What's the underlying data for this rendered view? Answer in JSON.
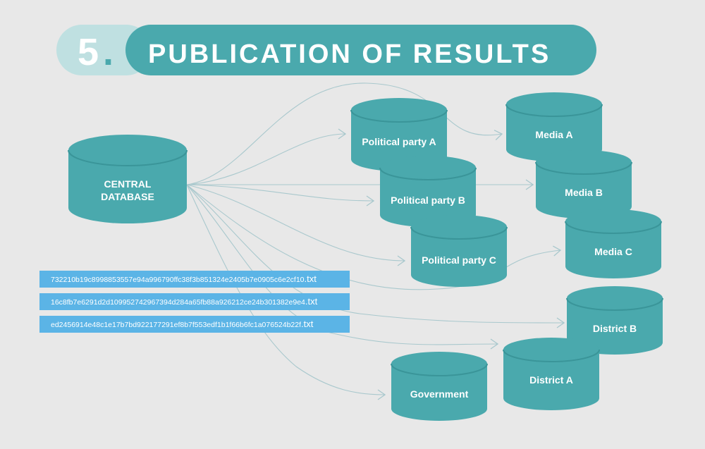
{
  "header": {
    "number": "5",
    "dot": ".",
    "title": "PUBLICATION OF RESULTS"
  },
  "colors": {
    "teal": "#4aa9ad",
    "teal_dark": "#3a9599",
    "teal_light": "#bfe0e1",
    "arrow": "#a9c8cd",
    "hash_bar": "#5bb4e6",
    "background": "#e8e8e8"
  },
  "source": {
    "label_line1": "CENTRAL",
    "label_line2": "DATABASE"
  },
  "destinations": {
    "party_a": "Political party A",
    "party_b": "Political party B",
    "party_c": "Political party C",
    "media_a": "Media A",
    "media_b": "Media B",
    "media_c": "Media C",
    "district_b": "District B",
    "district_a": "District A",
    "government": "Government"
  },
  "hash_files": [
    {
      "hash": "732210b19c8998853557e94a996790ffc38f3b851324e2405b7e0905c6e2cf10",
      "ext": ".txt"
    },
    {
      "hash": "16c8fb7e6291d2d109952742967394d284a65fb88a926212ce24b301382e9e4",
      "ext": ".txt"
    },
    {
      "hash": "ed2456914e48c1e17b7bd922177291ef8b7f553edf1b1f66b6fc1a076524b22f",
      "ext": ".txt"
    }
  ]
}
